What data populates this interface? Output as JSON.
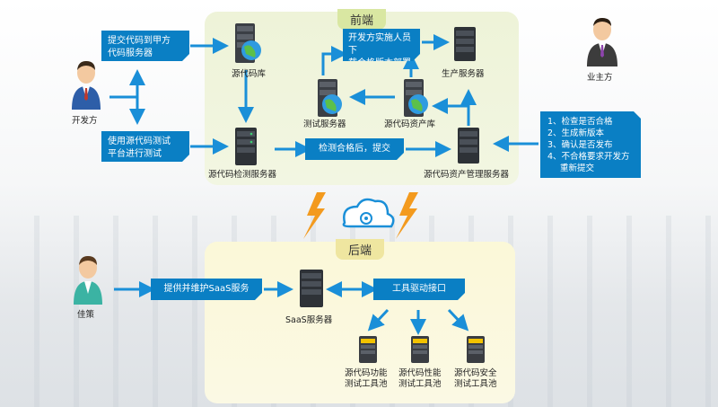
{
  "zones": {
    "front": "前端",
    "back": "后端"
  },
  "actors": {
    "developer": "开发方",
    "owner": "业主方",
    "jiace": "佳策"
  },
  "boxes": {
    "submit_code": [
      "提交代码到甲方",
      "代码服务器"
    ],
    "use_platform": [
      "使用源代码测试",
      "平台进行测试"
    ],
    "deploy_note": [
      "开发方实施人员下",
      "载合格版本部署"
    ],
    "check_pass": "检测合格后，提交",
    "provide_saas": "提供并维护SaaS服务",
    "tool_interface": "工具驱动接口"
  },
  "owner_steps": [
    "1、检查是否合格",
    "2、生成新版本",
    "3、确认是否发布",
    "4、不合格要求开发方",
    "重新提交"
  ],
  "servers": {
    "source_repo": "源代码库",
    "detect_server": "源代码检测服务器",
    "test_server": "测试服务器",
    "asset_repo": "源代码资产库",
    "prod_server": "生产服务器",
    "asset_mgmt": "源代码资产管理服务器",
    "saas_server": "SaaS服务器"
  },
  "tool_pools": [
    [
      "源代码功能",
      "测试工具池"
    ],
    [
      "源代码性能",
      "测试工具池"
    ],
    [
      "源代码安全",
      "测试工具池"
    ]
  ],
  "colors": {
    "arrow": "#1a8fd8",
    "box": "#0a7fc4",
    "lightning": "#f39a1e"
  }
}
